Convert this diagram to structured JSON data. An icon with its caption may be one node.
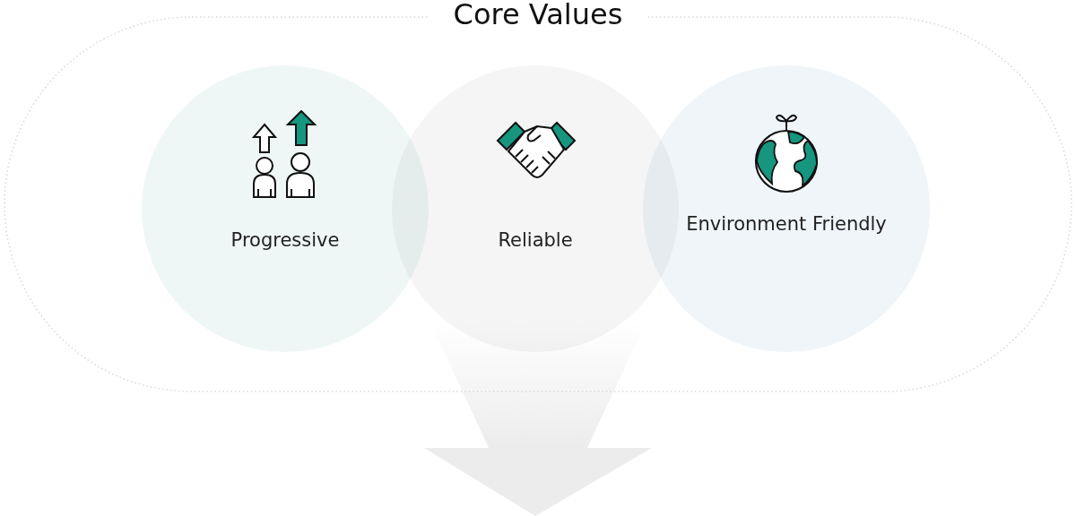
{
  "diagram": {
    "nodes": [
      {
        "text": [
          "Core Values"
        ]
      },
      {
        "text": [
          "Progressive"
        ],
        "in": 0
      },
      {
        "text": [
          "Reliable"
        ],
        "in": 0
      },
      {
        "text": [
          "Environment Friendly"
        ],
        "in": 0
      }
    ]
  }
}
